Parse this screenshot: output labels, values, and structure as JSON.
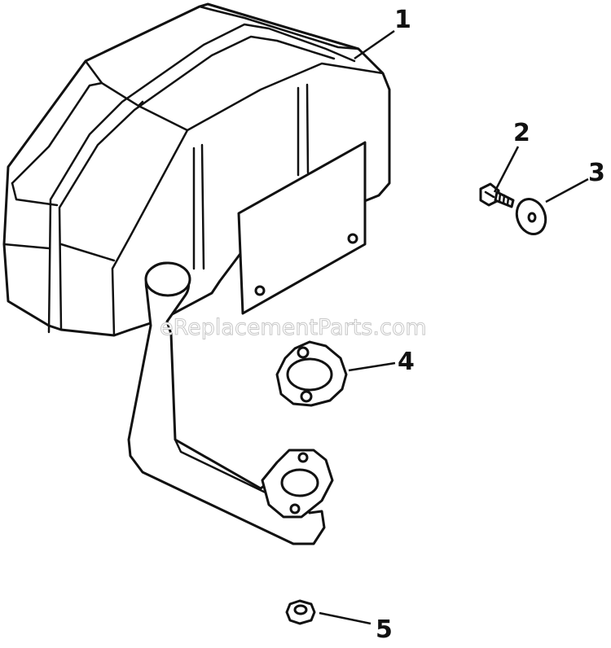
{
  "watermark": "eReplacementParts.com",
  "callouts": [
    {
      "id": "1",
      "label": "1"
    },
    {
      "id": "2",
      "label": "2"
    },
    {
      "id": "3",
      "label": "3"
    },
    {
      "id": "4",
      "label": "4"
    },
    {
      "id": "5",
      "label": "5"
    }
  ],
  "colors": {
    "line": "#111111",
    "background": "#ffffff",
    "watermark": "#c8c8c8"
  }
}
